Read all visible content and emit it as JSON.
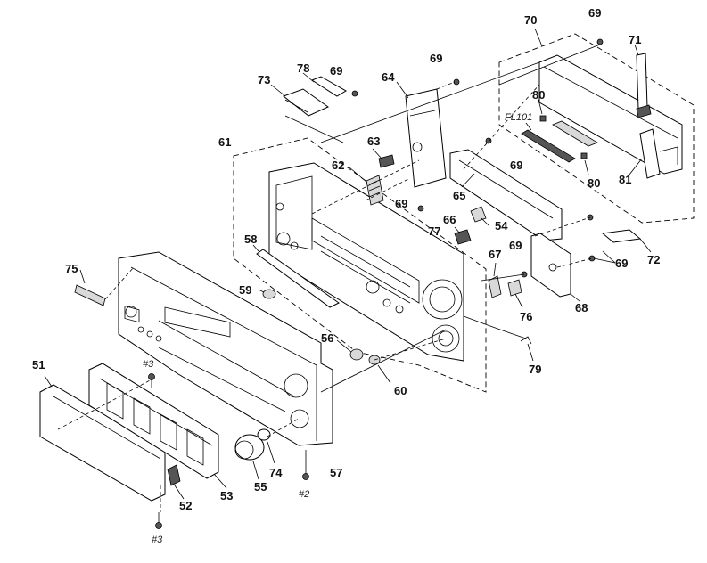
{
  "labels": {
    "l51": "51",
    "l52": "52",
    "l53": "53",
    "l54": "54",
    "l55": "55",
    "l56": "56",
    "l57": "57",
    "l58": "58",
    "l59": "59",
    "l60": "60",
    "l61": "61",
    "l62": "62",
    "l63": "63",
    "l64": "64",
    "l65": "65",
    "l66": "66",
    "l67": "67",
    "l68": "68",
    "l69_a": "69",
    "l69_b": "69",
    "l69_c": "69",
    "l69_d": "69",
    "l69_e": "69",
    "l69_f": "69",
    "l69_g": "69",
    "l70": "70",
    "l71": "71",
    "l72": "72",
    "l73": "73",
    "l74": "74",
    "l75": "75",
    "l76": "76",
    "l77": "77",
    "l78": "78",
    "l79": "79",
    "l80_a": "80",
    "l80_b": "80",
    "l81": "81",
    "fl101": "FL101",
    "screw3_top": "#3",
    "screw3_bottom": "#3",
    "screw2": "#2"
  }
}
